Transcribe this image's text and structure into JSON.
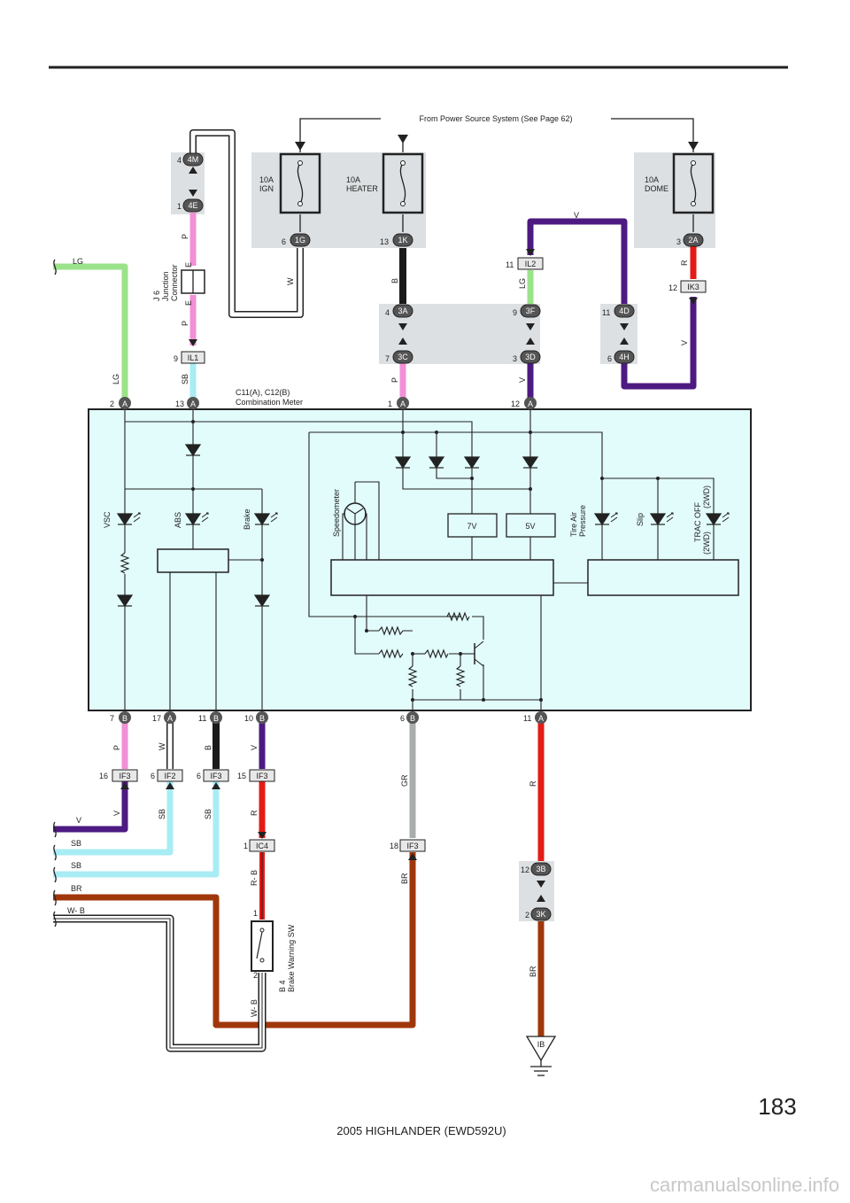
{
  "header": {
    "source_label": "From Power Source System (See Page 62)"
  },
  "page_number": "183",
  "footer": "2005 HIGHLANDER (EWD592U)",
  "watermark": "carmanualsonline.info",
  "fuses": [
    {
      "amp": "10A",
      "name": "IGN"
    },
    {
      "amp": "10A",
      "name": "HEATER"
    },
    {
      "amp": "10A",
      "name": "DOME"
    }
  ],
  "components": {
    "meter": {
      "ref": "C11(A), C12(B)",
      "name": "Combination Meter"
    },
    "junction": {
      "ref": "J 6",
      "name1": "Junction",
      "name2": "Connector"
    },
    "brake_sw": {
      "ref": "B 4",
      "name": "Brake Warning SW"
    }
  },
  "indicators": {
    "vsc": "VSC",
    "abs": "ABS",
    "brake": "Brake",
    "speedometer": "Speedometer",
    "tire1": "Tire Air",
    "tire2": "Pressure",
    "slip": "Slip",
    "trac1": "TRAC OFF",
    "trac2": "(2WD)",
    "trac3": "(2WD)"
  },
  "regulators": {
    "v7": "7V",
    "v5": "5V"
  },
  "ground": "IB",
  "connectors": {
    "c4M": "4M",
    "c4E": "4E",
    "c1G": "1G",
    "c1K": "1K",
    "c2A": "2A",
    "cIL2": "IL2",
    "cIK3": "IK3",
    "cIL1": "IL1",
    "c3A": "3A",
    "c3C": "3C",
    "c3F": "3F",
    "c3D": "3D",
    "c4D": "4D",
    "c4H": "4H",
    "mA": "A",
    "mB": "B",
    "cIF3": "IF3",
    "cIF2": "IF2",
    "cIC4": "IC4",
    "c3B": "3B",
    "c3K": "3K"
  },
  "pins": {
    "p4": "4",
    "p1": "1",
    "p6": "6",
    "p13": "13",
    "p3": "3",
    "p11": "11",
    "p12": "12",
    "p9": "9",
    "p7": "7",
    "p2": "2",
    "p17": "17",
    "p10": "10",
    "p16": "16",
    "p15": "15",
    "p18": "18"
  },
  "wires": {
    "LG": "LG",
    "P": "P",
    "B": "B",
    "W": "W",
    "V": "V",
    "R": "R",
    "SB": "SB",
    "GR": "GR",
    "BR": "BR",
    "RB": "R- B",
    "WB": "W- B"
  }
}
